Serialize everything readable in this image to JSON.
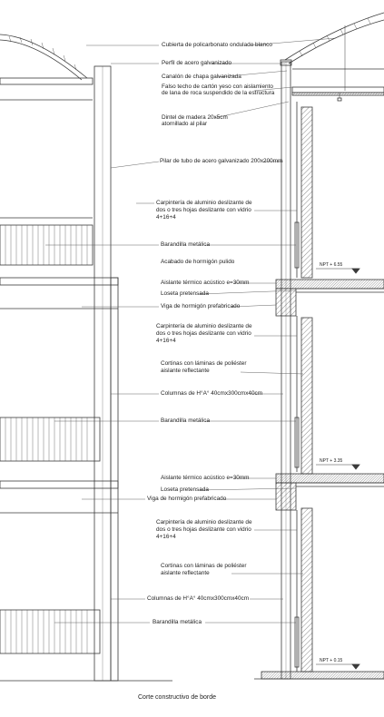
{
  "labels": {
    "cubierta": "Cubierta de policarbonato ondulado blanco",
    "perfil": "Perfil de acero galvanizado",
    "canalon": "Canalón de chapa galvanizada",
    "falso_techo_1": "Falso techo de cartón yeso con aislamiento",
    "falso_techo_2": "de lana de roca suspendido de la estructura",
    "dintel_1": "Dintel de madera 20x5cm",
    "dintel_2": "atornillado al pilar",
    "pilar": "Pilar de tubo de acero galvanizado 200x200mm",
    "carp_a_1": "Carpintería de aluminio deslizante de",
    "carp_a_2": "dos o tres hojas deslizante con vidrio",
    "carp_a_3": "4+16+4",
    "barandilla_a": "Barandilla metálica",
    "acabado": "Acabado de hormigón pulido",
    "aislante_a": "Aislante térmico acústico e=30mm",
    "loseta_a": "Loseta pretensada",
    "viga_a": "Viga de hormigón prefabricado",
    "carp_b_1": "Carpintería de aluminio deslizante de",
    "carp_b_2": "dos o tres hojas deslizante con vidrio",
    "carp_b_3": "4+16+4",
    "cortinas_a_1": "Cortinas con láminas de poliéster",
    "cortinas_a_2": "aislante reflectante",
    "columnas_a": "Columnas de H°A° 40cmx300cmx40cm",
    "barandilla_b": "Barandilla metálica",
    "aislante_b": "Aislante térmico acústico e=30mm",
    "loseta_b": "Loseta pretensada",
    "viga_b": "Viga de hormigón prefabricado",
    "carp_c_1": "Carpintería de aluminio deslizante de",
    "carp_c_2": "dos o tres hojas deslizante con vidrio",
    "carp_c_3": "4+16+4",
    "cortinas_b_1": "Cortinas con láminas de poliéster",
    "cortinas_b_2": "aislante reflectante",
    "columnas_b": "Columnas de H°A° 40cmx300cmx40cm",
    "barandilla_c": "Barandilla metálica"
  },
  "levels": {
    "npt_top": "NPT + 6.55",
    "npt_mid": "NPT + 3.35",
    "npt_ground": "NPT + 0.15"
  },
  "caption": "Corte constructivo de borde",
  "colors": {
    "line": "#3a3a3a",
    "leader": "#555555",
    "text": "#222222"
  }
}
